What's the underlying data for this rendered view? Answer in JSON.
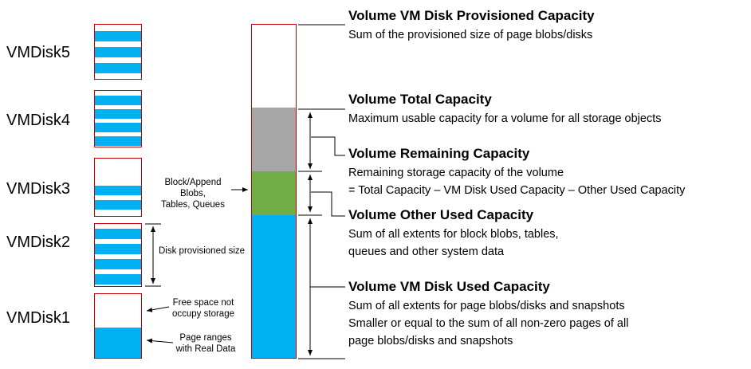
{
  "colors": {
    "disk_fill_blue": "#00B0F0",
    "segment_gray": "#A6A6A6",
    "segment_green": "#70AD47",
    "segment_blue": "#00B0F0",
    "box_border_red": "#C00000",
    "text": "#000000"
  },
  "disks": [
    {
      "label": "VMDisk5"
    },
    {
      "label": "VMDisk4"
    },
    {
      "label": "VMDisk3"
    },
    {
      "label": "VMDisk2"
    },
    {
      "label": "VMDisk1"
    }
  ],
  "bar_segments": [
    {
      "name": "provisioned-empty",
      "color": "#FFFFFF"
    },
    {
      "name": "remaining",
      "color": "#A6A6A6"
    },
    {
      "name": "other-used",
      "color": "#70AD47"
    },
    {
      "name": "vm-disk-used",
      "color": "#00B0F0"
    }
  ],
  "callouts": {
    "block_append": {
      "line1": "Block/Append Blobs,",
      "line2": "Tables, Queues"
    },
    "disk_provisioned": "Disk provisioned size",
    "free_space": {
      "line1": "Free space not",
      "line2": "occupy storage"
    },
    "page_ranges": {
      "line1": "Page ranges",
      "line2": "with Real Data"
    }
  },
  "definitions": [
    {
      "title": "Volume VM Disk Provisioned Capacity",
      "lines": [
        "Sum of the provisioned size of page blobs/disks"
      ]
    },
    {
      "title": "Volume Total Capacity",
      "lines": [
        "Maximum usable capacity for a volume for all storage objects"
      ]
    },
    {
      "title": "Volume Remaining Capacity",
      "lines": [
        "Remaining storage capacity of the volume",
        "= Total Capacity – VM Disk Used Capacity – Other Used Capacity"
      ]
    },
    {
      "title": "Volume Other Used Capacity",
      "lines": [
        "Sum of all extents for block blobs, tables,",
        "queues and other system data"
      ]
    },
    {
      "title": "Volume VM Disk Used Capacity",
      "lines": [
        "Sum of all extents for page blobs/disks and snapshots",
        "Smaller or equal to the sum of all non-zero pages of all",
        "page blobs/disks and snapshots"
      ]
    }
  ]
}
